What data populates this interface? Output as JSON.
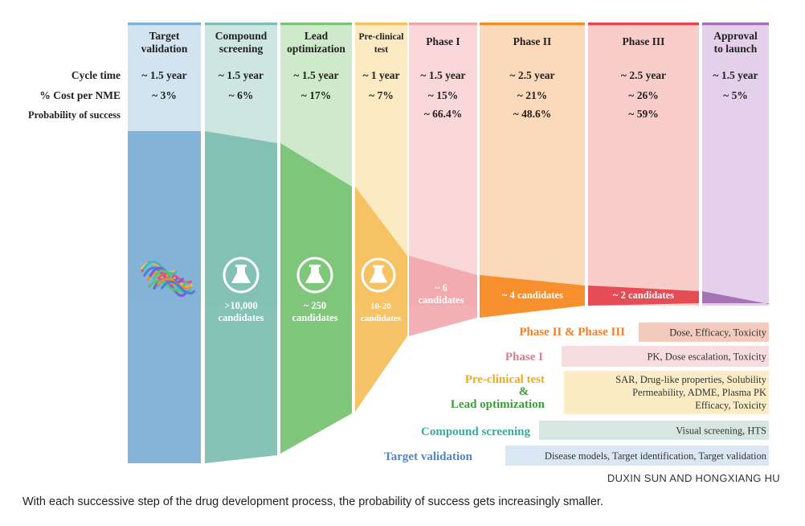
{
  "colors": {
    "stage1": "#7fb0d6",
    "stage2": "#7fbfb2",
    "stage3": "#79c474",
    "stage4": "#f5c05e",
    "stage5": "#f1a3aa",
    "stage6": "#f58b24",
    "stage7": "#e5444e",
    "stage8": "#a26fb2"
  },
  "stages": [
    {
      "label": "Target\nvalidation",
      "cycle_time": "~ 1.5 year",
      "cost": "~ 3%",
      "probability": "",
      "candidates": ""
    },
    {
      "label": "Compound\nscreening",
      "cycle_time": "~ 1.5 year",
      "cost": "~ 6%",
      "probability": "",
      "candidates": ">10,000\ncandidates"
    },
    {
      "label": "Lead\noptimization",
      "cycle_time": "~ 1.5 year",
      "cost": "~ 17%",
      "probability": "",
      "candidates": "~ 250\ncandidates"
    },
    {
      "label": "Pre-clinical\ntest",
      "cycle_time": "~ 1 year",
      "cost": "~ 7%",
      "probability": "",
      "candidates": "10-20\ncandidates"
    },
    {
      "label": "Phase I",
      "cycle_time": "~ 1.5 year",
      "cost": "~ 15%",
      "probability": "~ 66.4%",
      "candidates": "~ 6\ncandidates"
    },
    {
      "label": "Phase II",
      "cycle_time": "~ 2.5 year",
      "cost": "~ 21%",
      "probability": "~ 48.6%",
      "candidates": "~ 4 candidates"
    },
    {
      "label": "Phase III",
      "cycle_time": "~ 2.5 year",
      "cost": "~ 26%",
      "probability": "~ 59%",
      "candidates": "~ 2 candidates"
    },
    {
      "label": "Approval\nto launch",
      "cycle_time": "~ 1.5 year",
      "cost": "~ 5%",
      "probability": "",
      "candidates": ""
    }
  ],
  "row_labels": {
    "cycle_time": "Cycle time",
    "cost": "% Cost per NME",
    "probability": "Probability of success"
  },
  "details": [
    {
      "stage": "Phase II & Phase III",
      "stage_color": "#f0812a",
      "text": "Dose, Efficacy, Toxicity",
      "box_color": "#f3cbbd"
    },
    {
      "stage": "Phase I",
      "stage_color": "#e07c90",
      "text": "PK, Dose escalation, Toxicity",
      "box_color": "#f8dde0"
    },
    {
      "stage": "Pre-clinical test",
      "stage_color": "#efab18",
      "stage_sep": "&",
      "stage2": "Lead optimization",
      "stage2_color": "#3f9b3e",
      "text": "SAR, Drug-like properties, Solubility\nPermeability, ADME, Plasma PK\nEfficacy, Toxicity",
      "box_color": "#fbecc6"
    },
    {
      "stage": "Compound screening",
      "stage_color": "#3fa79a",
      "text": "Visual screening, HTS",
      "box_color": "#d7e6e1"
    },
    {
      "stage": "Target validation",
      "stage_color": "#4f86c8",
      "text": "Disease models, Target identification, Target validation",
      "box_color": "#dbe6f3"
    }
  ],
  "credit": "DUXIN SUN AND HONGXIANG HU",
  "caption": "With each successive step of the drug development process, the probability of success gets increasingly smaller."
}
